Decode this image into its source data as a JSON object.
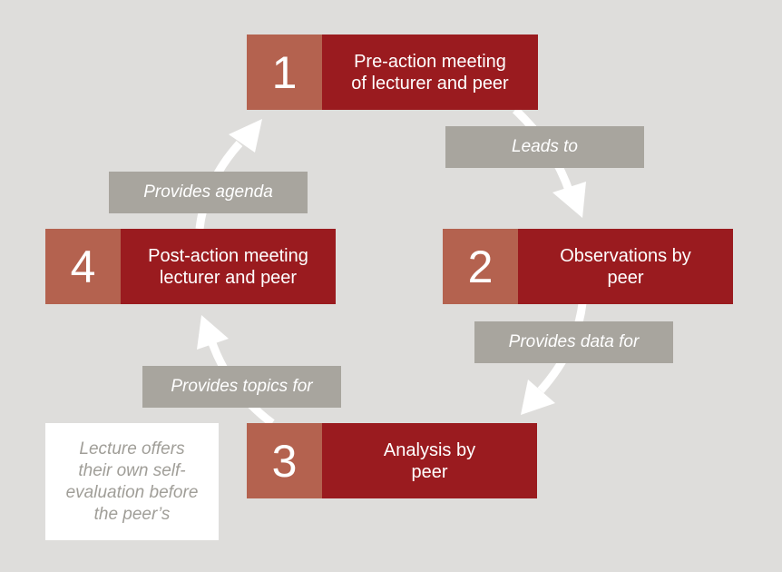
{
  "colors": {
    "background": "#DEDDDB",
    "number_box": "#B4624F",
    "label_box": "#9A1B1F",
    "connector_pill": "#A8A59E",
    "arrow": "#FFFFFF",
    "note_bg": "#FFFFFF",
    "note_text": "#A09E98"
  },
  "steps": [
    {
      "number": "1",
      "label": "Pre-action meeting\nof lecturer and peer"
    },
    {
      "number": "2",
      "label": "Observations by\npeer"
    },
    {
      "number": "3",
      "label": "Analysis by\npeer"
    },
    {
      "number": "4",
      "label": "Post-action meeting\nlecturer and peer"
    }
  ],
  "connectors": [
    {
      "from": "1",
      "to": "2",
      "label": "Leads to"
    },
    {
      "from": "2",
      "to": "3",
      "label": "Provides data for"
    },
    {
      "from": "3",
      "to": "4",
      "label": "Provides topics for"
    },
    {
      "from": "4",
      "to": "1",
      "label": "Provides agenda"
    }
  ],
  "note": {
    "text": "Lecture offers\ntheir own self-\nevaluation before\nthe peer’s"
  }
}
